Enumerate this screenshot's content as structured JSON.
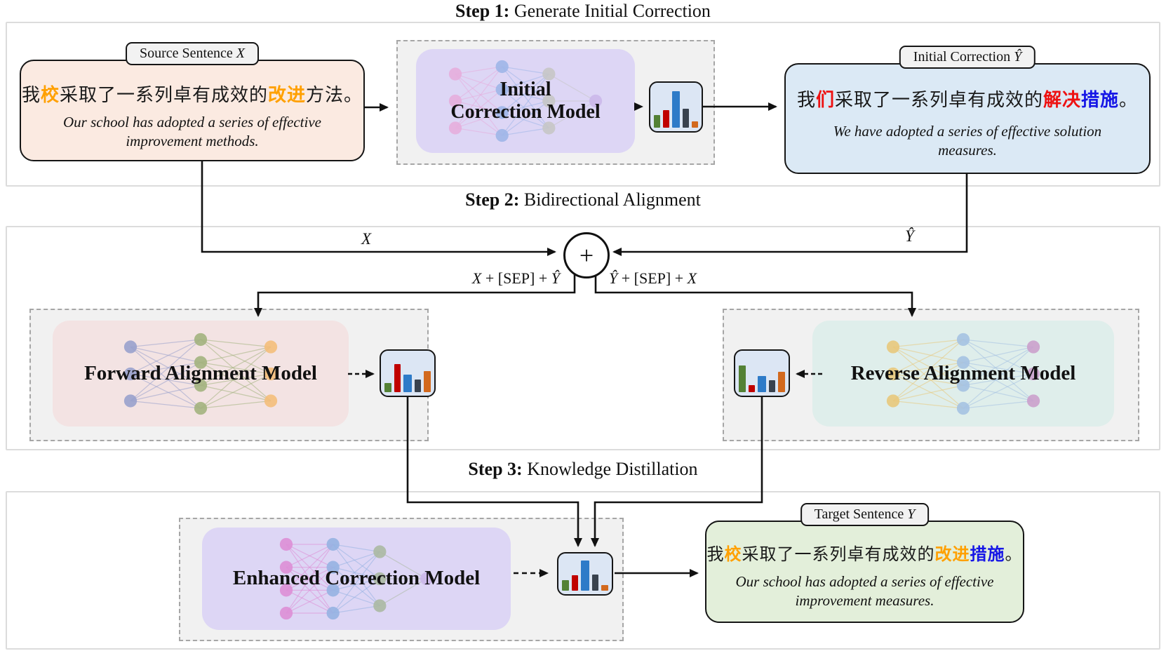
{
  "colors": {
    "black": "#1a1a1a",
    "orange": "#FFA000",
    "red": "#EE1111",
    "blue": "#1616E6",
    "bar_green": "#538135",
    "bar_red": "#C00000",
    "bar_blue": "#2E7BC8",
    "bar_navy": "#39424E",
    "bar_orange": "#D2691E",
    "panel_border": "#dcdcdc",
    "dashed_border": "#a6a6a6",
    "gray_panel_bg": "#f1f1f1",
    "label_bg": "#f2f2f2",
    "source_bg": "#FBEAE1",
    "output_bg": "#DBE9F5",
    "target_bg": "#E3EFDA",
    "purple_bg": "#DDD6F5",
    "rose_bg": "#F3E3E3",
    "teal_bg": "#DFEEEB",
    "chart_bg": "#DCE6F4"
  },
  "titles": {
    "step1": {
      "bold": "Step 1:",
      "rest": " Generate Initial Correction"
    },
    "step2": {
      "bold": "Step 2:",
      "rest": " Bidirectional Alignment"
    },
    "step3": {
      "bold": "Step 3:",
      "rest": " Knowledge Distillation"
    }
  },
  "step1": {
    "source_label": {
      "text": "Source Sentence",
      "var": "X"
    },
    "source_zh": [
      {
        "t": "我",
        "c": "black"
      },
      {
        "t": "校",
        "c": "orange"
      },
      {
        "t": "采取了一系列卓有成效的",
        "c": "black"
      },
      {
        "t": "改进",
        "c": "orange"
      },
      {
        "t": "方法。",
        "c": "black"
      }
    ],
    "source_en": "Our school has adopted a series of effective improvement methods.",
    "model_line1": "Initial",
    "model_line2": "Correction Model",
    "output_label": {
      "text": "Initial Correction",
      "var": "Ŷ"
    },
    "output_zh": [
      {
        "t": "我",
        "c": "black"
      },
      {
        "t": "们",
        "c": "red"
      },
      {
        "t": "采取了一系列卓有成效的",
        "c": "black"
      },
      {
        "t": "解决",
        "c": "red"
      },
      {
        "t": "措施",
        "c": "blue"
      },
      {
        "t": "。",
        "c": "black"
      }
    ],
    "output_en": "We have adopted a series of effective solution measures."
  },
  "step2": {
    "x_var": "X",
    "y_var": "Ŷ",
    "plus": "+",
    "left_input": {
      "pre": "X",
      "mid": " + [SEP] + ",
      "post": "Ŷ"
    },
    "right_input": {
      "pre": "Ŷ",
      "mid": " + [SEP] + ",
      "post": "X"
    },
    "forward_label": "Forward Alignment Model",
    "reverse_label": "Reverse Alignment Model"
  },
  "step3": {
    "model_label": "Enhanced Correction Model",
    "target_label": {
      "text": "Target Sentence",
      "var": "Y"
    },
    "target_zh": [
      {
        "t": "我",
        "c": "black"
      },
      {
        "t": "校",
        "c": "orange"
      },
      {
        "t": "采取了一系列卓有成效的",
        "c": "black"
      },
      {
        "t": "改进",
        "c": "orange"
      },
      {
        "t": "措施",
        "c": "blue"
      },
      {
        "t": "。",
        "c": "black"
      }
    ],
    "target_en": "Our school has adopted a series of effective improvement measures."
  },
  "icons": {
    "chart_initial": {
      "bars": [
        {
          "color": "bar_green",
          "h": 30
        },
        {
          "color": "bar_red",
          "h": 43
        },
        {
          "color": "bar_blue",
          "h": 88,
          "w": 13
        },
        {
          "color": "bar_navy",
          "h": 46
        },
        {
          "color": "bar_orange",
          "h": 16
        }
      ]
    },
    "chart_forward": {
      "bars": [
        {
          "color": "bar_green",
          "h": 24
        },
        {
          "color": "bar_red",
          "h": 75
        },
        {
          "color": "bar_blue",
          "h": 46,
          "w": 13
        },
        {
          "color": "bar_navy",
          "h": 34
        },
        {
          "color": "bar_orange",
          "h": 55
        }
      ]
    },
    "chart_reverse": {
      "bars": [
        {
          "color": "bar_green",
          "h": 70
        },
        {
          "color": "bar_red",
          "h": 18
        },
        {
          "color": "bar_blue",
          "h": 42,
          "w": 13
        },
        {
          "color": "bar_navy",
          "h": 32
        },
        {
          "color": "bar_orange",
          "h": 54
        }
      ]
    },
    "chart_enhanced": {
      "bars": [
        {
          "color": "bar_green",
          "h": 32
        },
        {
          "color": "bar_red",
          "h": 45
        },
        {
          "color": "bar_blue",
          "h": 90,
          "w": 13
        },
        {
          "color": "bar_navy",
          "h": 48
        },
        {
          "color": "bar_orange",
          "h": 16
        }
      ]
    }
  },
  "networks": {
    "initial": {
      "layers": [
        {
          "n": 3,
          "c": "#E5AEDD"
        },
        {
          "n": 4,
          "c": "#9FB6E8"
        },
        {
          "n": 3,
          "c": "#C6C6C6"
        },
        {
          "n": 1,
          "c": "#CBB8EA"
        }
      ]
    },
    "forward": {
      "layers": [
        {
          "n": 3,
          "c": "#99A1CC"
        },
        {
          "n": 4,
          "c": "#A3B37E"
        },
        {
          "n": 3,
          "c": "#F4BE7A"
        }
      ]
    },
    "reverse": {
      "layers": [
        {
          "n": 3,
          "c": "#E8C87C"
        },
        {
          "n": 4,
          "c": "#A5C2E2"
        },
        {
          "n": 3,
          "c": "#CBA0CC"
        }
      ]
    },
    "enhanced": {
      "layers": [
        {
          "n": 4,
          "c": "#DD8FD6"
        },
        {
          "n": 4,
          "c": "#96B2E2"
        },
        {
          "n": 3,
          "c": "#ABB9A3"
        },
        {
          "n": 1,
          "c": "#CBB8EA"
        }
      ]
    }
  }
}
